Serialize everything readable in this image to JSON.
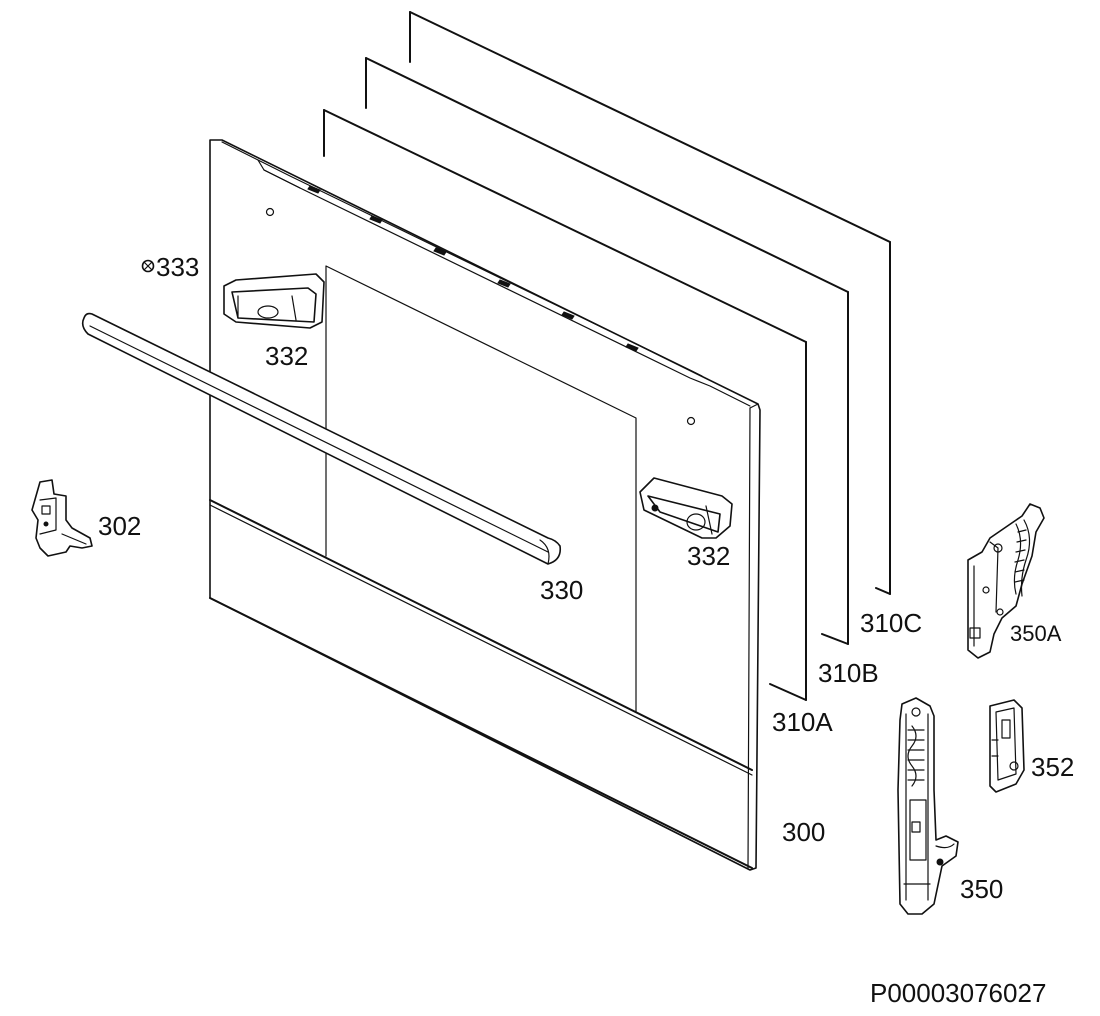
{
  "diagram": {
    "labels": {
      "p333": "333",
      "p332_left": "332",
      "p332_right": "332",
      "p302": "302",
      "p330": "330",
      "p310C": "310C",
      "p310B": "310B",
      "p310A": "310A",
      "p350A": "350A",
      "p352": "352",
      "p300": "300",
      "p350": "350"
    },
    "document_code": "P00003076027"
  }
}
